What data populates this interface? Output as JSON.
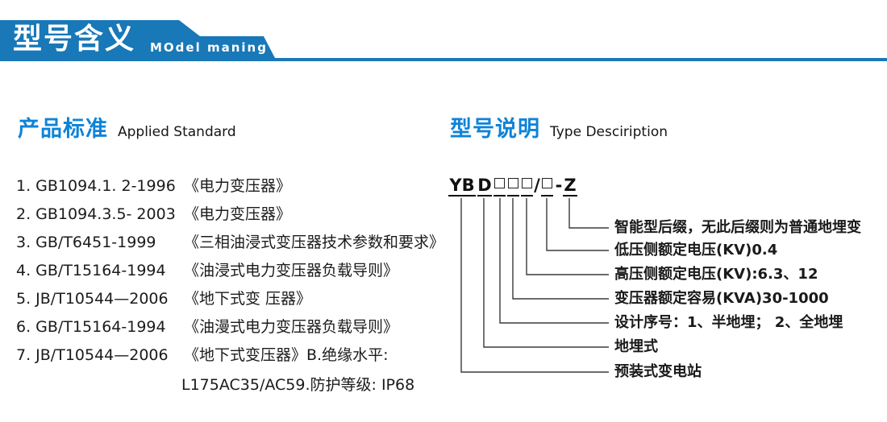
{
  "banner": {
    "title_cn": "型号含义",
    "title_en": "MOdel maning",
    "color": "#1878b8"
  },
  "sections": {
    "left": {
      "title_cn": "产品标准",
      "title_en": "Applied Standard"
    },
    "right": {
      "title_cn": "型号说明",
      "title_en": "Type Desciription"
    }
  },
  "standards": [
    {
      "code": "1. GB1094.1. 2-1996",
      "title": "《电力变压器》"
    },
    {
      "code": "2. GB1094.3.5- 2003",
      "title": "《电力变压器》"
    },
    {
      "code": "3. GB/T6451-1999",
      "title": "《三相油浸式变压器技术参数和要求》"
    },
    {
      "code": "4. GB/T15164-1994",
      "title": "《油浸式电力变压器负载导则》"
    },
    {
      "code": "5. JB/T10544—2006",
      "title": "《地下式变 压器》"
    },
    {
      "code": "6. GB/T15164-1994",
      "title": "《油漫式电力变压器负载导则》"
    },
    {
      "code": "7. JB/T10544—2006",
      "title": "《地下式变压器》B.绝缘水平:",
      "continuation": "L175AC35/AC59.防护等级: IP68"
    }
  ],
  "model_code": {
    "segments": [
      {
        "type": "text",
        "value": "YB",
        "underline": true
      },
      {
        "type": "text",
        "value": "D",
        "underline": true
      },
      {
        "type": "box",
        "underline": true
      },
      {
        "type": "box",
        "underline": true
      },
      {
        "type": "box",
        "underline": true
      },
      {
        "type": "text",
        "value": "/",
        "underline": false
      },
      {
        "type": "box",
        "underline": true
      },
      {
        "type": "text",
        "value": "-",
        "underline": false
      },
      {
        "type": "text",
        "value": "Z",
        "underline": true
      }
    ]
  },
  "diagram_labels": [
    {
      "text": "智能型后缀，无此后缀则为普通地埋变"
    },
    {
      "text": "低压侧额定电压(KV)0.4"
    },
    {
      "text": "高压侧额定电压(KV):6.3、12"
    },
    {
      "text": "变压器额定容易(KVA)30-1000"
    },
    {
      "text": "设计序号：1、半地埋； 2、全地埋"
    },
    {
      "text": "地埋式"
    },
    {
      "text": "预装式变电站"
    }
  ],
  "colors": {
    "banner_blue": "#1878b8",
    "section_title_blue": "#0e83d8",
    "text_dark": "#1b1b1b",
    "line_dark": "#3a3a3a"
  }
}
